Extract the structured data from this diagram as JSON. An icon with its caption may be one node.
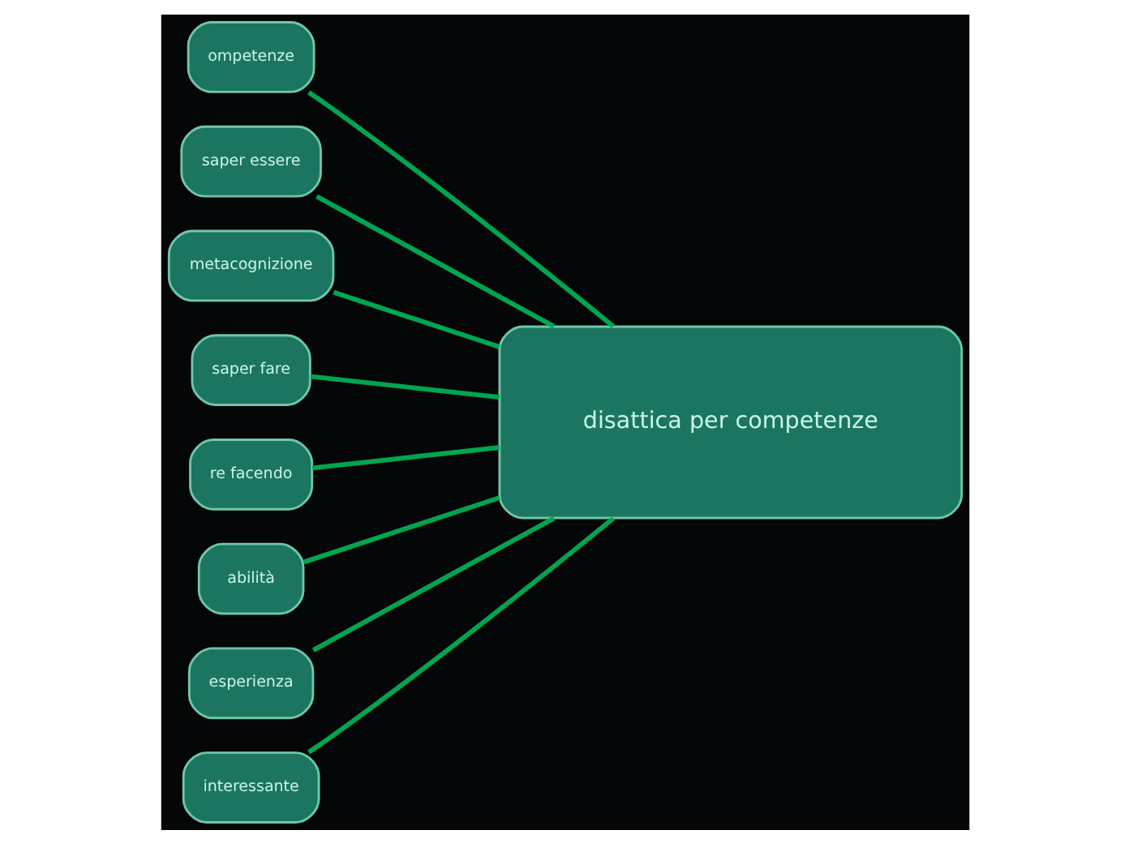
{
  "diagram": {
    "nodes": [
      {
        "text": [
          "disattica per competenze"
        ]
      },
      {
        "text": [
          "ompetenze"
        ]
      },
      {
        "text": [
          "saper essere"
        ]
      },
      {
        "text": [
          "metacognizione"
        ]
      },
      {
        "text": [
          "saper fare"
        ]
      },
      {
        "text": [
          "re facendo"
        ]
      },
      {
        "text": [
          "abilità"
        ]
      },
      {
        "text": [
          "esperienza"
        ]
      },
      {
        "text": [
          "interessante"
        ]
      }
    ],
    "edges": [
      {
        "from": 1,
        "to": 0,
        "arrow": "none"
      },
      {
        "from": 2,
        "to": 0,
        "arrow": "none"
      },
      {
        "from": 3,
        "to": 0,
        "arrow": "none"
      },
      {
        "from": 4,
        "to": 0,
        "arrow": "none"
      },
      {
        "from": 5,
        "to": 0,
        "arrow": "none"
      },
      {
        "from": 6,
        "to": 0,
        "arrow": "none"
      },
      {
        "from": 7,
        "to": 0,
        "arrow": "none"
      },
      {
        "from": 8,
        "to": 0,
        "arrow": "none"
      }
    ]
  }
}
